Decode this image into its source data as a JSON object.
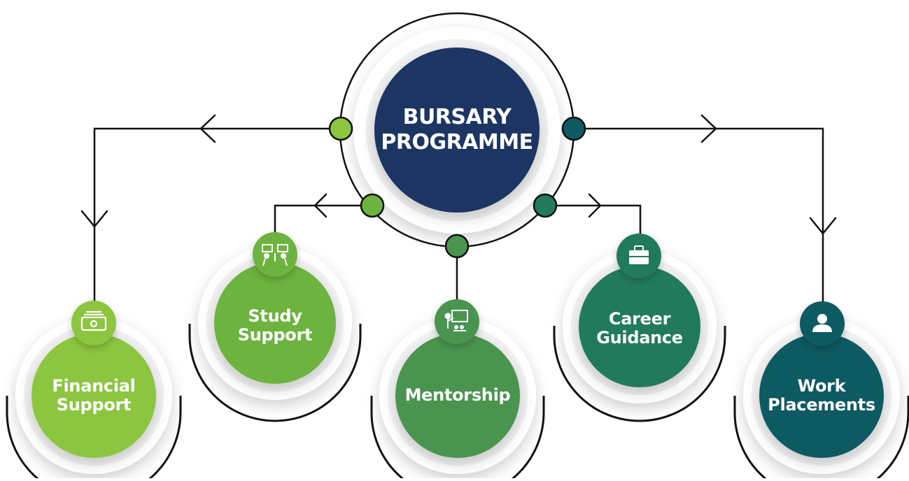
{
  "center": {
    "line1": "BURSARY",
    "line2": "PROGRAMME",
    "color": "#1f3564"
  },
  "nodes": [
    {
      "id": "financial-support",
      "line1": "Financial",
      "line2": "Support",
      "color": "#8cc63f",
      "icon": "money-icon"
    },
    {
      "id": "study-support",
      "line1": "Study",
      "line2": "Support",
      "color": "#6db33f",
      "icon": "study-group-icon"
    },
    {
      "id": "mentorship",
      "line1": "Mentorship",
      "line2": "",
      "color": "#4a9450",
      "icon": "teacher-icon"
    },
    {
      "id": "career-guidance",
      "line1": "Career",
      "line2": "Guidance",
      "color": "#237a5c",
      "icon": "briefcase-icon"
    },
    {
      "id": "work-placements",
      "line1": "Work",
      "line2": "Placements",
      "color": "#0e5a62",
      "icon": "person-icon"
    }
  ],
  "connector_color": "#111111"
}
